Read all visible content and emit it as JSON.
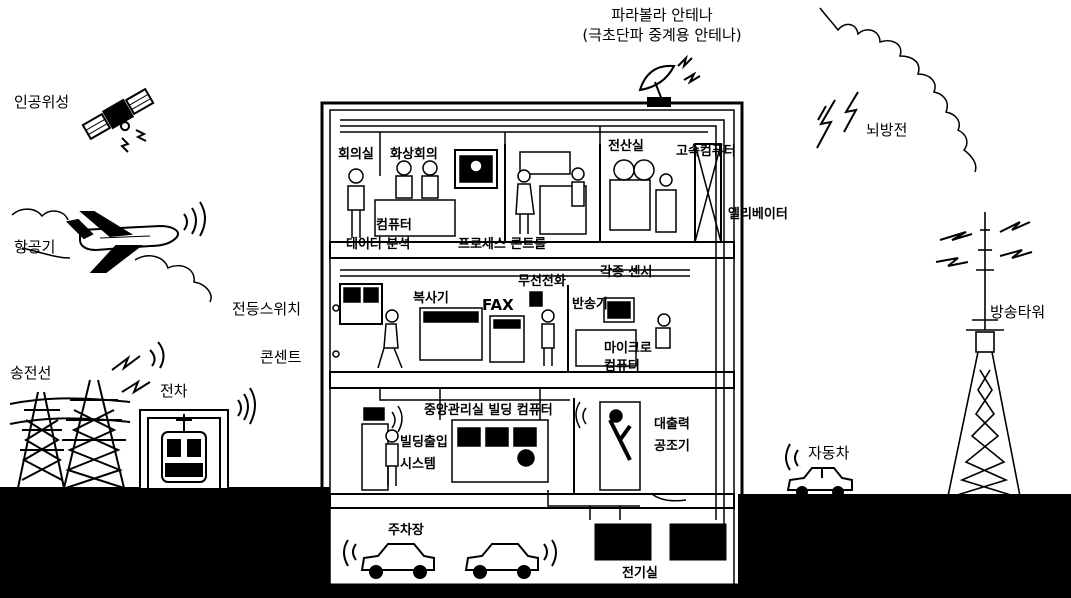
{
  "diagram": {
    "outside": {
      "satellite": "인공위성",
      "airplane": "항공기",
      "power_line": "송전선",
      "train": "전차",
      "parabola_antenna_line1": "파라볼라 안테나",
      "parabola_antenna_line2": "(극초단파 중계용 안테나)",
      "lightning": "뇌방전",
      "broadcast_tower": "방송타워",
      "car": "자동차",
      "light_switch": "전등스위치",
      "outlet": "콘센트"
    },
    "floor3": {
      "meeting_room": "회의실",
      "video_conference": "화상회의",
      "computer_data_analysis_line1": "컴퓨터",
      "computer_data_analysis_line2": "데이터 분석",
      "process_control": "프로세스 콘트롤",
      "computer_room": "전산실",
      "high_speed_computer": "고속컴퓨터",
      "elevator": "엘리베이터"
    },
    "floor2": {
      "copier": "복사기",
      "fax": "FAX",
      "wireless_phone": "무선전화",
      "various_sensors": "각종 센서",
      "conveyor": "반송기",
      "microcomputer_line1": "마이크로",
      "microcomputer_line2": "컴퓨터"
    },
    "floor1": {
      "central_control_room": "중앙관리실 빌딩 컴퓨터",
      "building_access_line1": "빌딩출입",
      "building_access_line2": "시스템",
      "high_power_air_line1": "대출력",
      "high_power_air_line2": "공조기"
    },
    "basement": {
      "parking": "주차장",
      "electric_room": "전기실"
    }
  }
}
